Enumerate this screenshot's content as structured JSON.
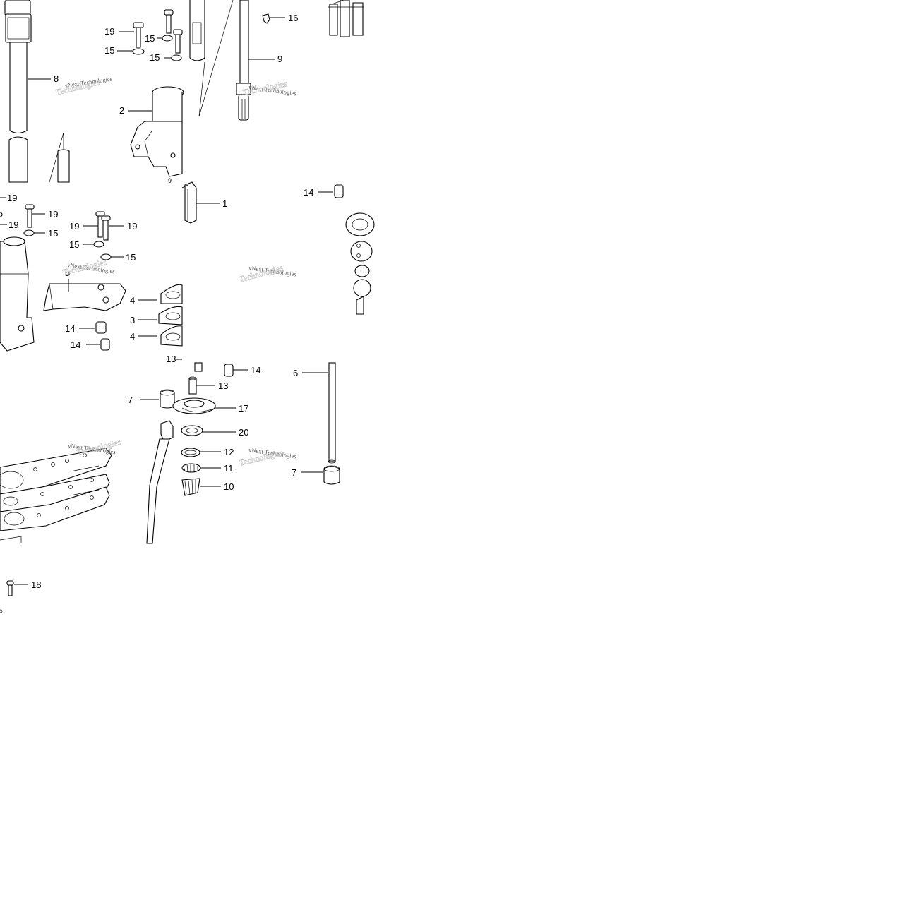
{
  "watermark": "vNext Technologies",
  "callouts": {
    "t1": {
      "c8": "8",
      "c19": "19",
      "c15a": "15",
      "c15b": "15",
      "c15c": "15",
      "c2": "2",
      "c16": "16",
      "c9": "9"
    },
    "t2": {
      "c19a": "19",
      "c19b": "19",
      "c19c": "19",
      "c19d": "19",
      "c19e": "19",
      "c15a": "15",
      "c15b": "15",
      "c15c": "15",
      "c5": "5",
      "c4a": "4",
      "c3": "3",
      "c4b": "4",
      "c14a": "14",
      "c14b": "14",
      "c1": "1",
      "c14c": "14",
      "c13top": "13"
    },
    "t3": {
      "c7a": "7",
      "c14": "14",
      "c13": "13",
      "c17": "17",
      "c20": "20",
      "c12": "12",
      "c11": "11",
      "c10": "10",
      "c6": "6",
      "c7b": "7"
    },
    "t4": {
      "c18": "18"
    }
  }
}
